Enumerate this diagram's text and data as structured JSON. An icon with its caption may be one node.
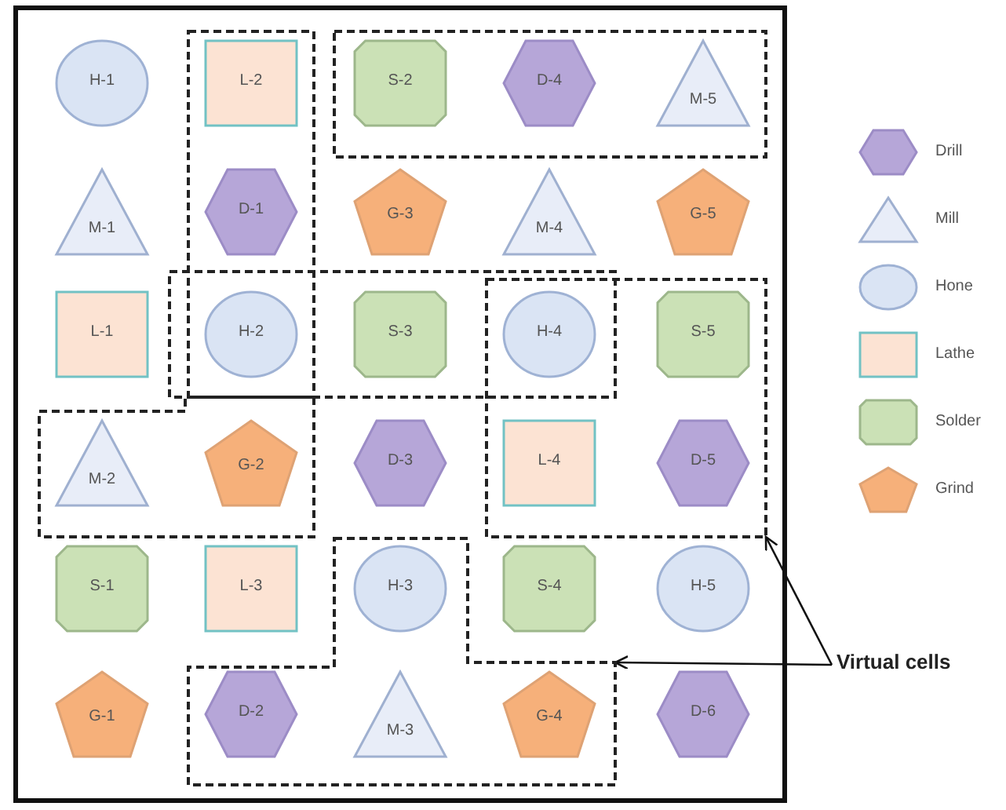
{
  "diagram": {
    "nodes": [
      {
        "text": [],
        "shape": "box"
      },
      {
        "text": [],
        "shape": "box"
      },
      {
        "text": [],
        "shape": "box"
      },
      {
        "text": [],
        "shape": "box"
      },
      {
        "text": [],
        "shape": "box"
      },
      {
        "text": [],
        "shape": "box"
      },
      {
        "text": [
          "H-1"
        ]
      },
      {
        "text": [
          "L-2"
        ],
        "in": 1
      },
      {
        "text": [
          "S-2"
        ],
        "in": 0
      },
      {
        "text": [
          "D-4"
        ],
        "in": 0
      },
      {
        "text": [
          "M-5"
        ],
        "in": 0
      },
      {
        "text": [
          "M-1"
        ]
      },
      {
        "text": [
          "D-1"
        ],
        "in": 1
      },
      {
        "text": [
          "G-3"
        ]
      },
      {
        "text": [
          "M-4"
        ]
      },
      {
        "text": [
          "G-5"
        ]
      },
      {
        "text": [
          "L-1"
        ]
      },
      {
        "text": [
          "H-2"
        ]
      },
      {
        "text": [
          "S-3"
        ],
        "in": 2
      },
      {
        "text": [
          "H-4"
        ]
      },
      {
        "text": [
          "S-5"
        ],
        "in": 3
      },
      {
        "text": [
          "M-2"
        ],
        "in": 4
      },
      {
        "text": [
          "G-2"
        ],
        "in": 4
      },
      {
        "text": [
          "D-3"
        ]
      },
      {
        "text": [
          "L-4"
        ],
        "in": 3
      },
      {
        "text": [
          "D-5"
        ],
        "in": 3
      },
      {
        "text": [
          "S-1"
        ]
      },
      {
        "text": [
          "L-3"
        ]
      },
      {
        "text": [
          "H-3"
        ],
        "in": 5
      },
      {
        "text": [
          "S-4"
        ]
      },
      {
        "text": [
          "H-5"
        ]
      },
      {
        "text": [
          "G-1"
        ]
      },
      {
        "text": [
          "D-2"
        ],
        "in": 5
      },
      {
        "text": [
          "M-3"
        ],
        "in": 5
      },
      {
        "text": [
          "G-4"
        ],
        "in": 5
      },
      {
        "text": [
          "D-6"
        ]
      },
      {
        "text": [
          "Virtual cells"
        ]
      }
    ],
    "edges": [
      {
        "from": 36,
        "to": 3,
        "arrow": "to"
      },
      {
        "from": 36,
        "to": 5,
        "arrow": "to"
      }
    ],
    "legend": [
      {
        "text": "Drill"
      },
      {
        "text": "Mill"
      },
      {
        "text": "Hone"
      },
      {
        "text": "Lathe"
      },
      {
        "text": "Solder"
      },
      {
        "text": "Grind"
      }
    ]
  }
}
